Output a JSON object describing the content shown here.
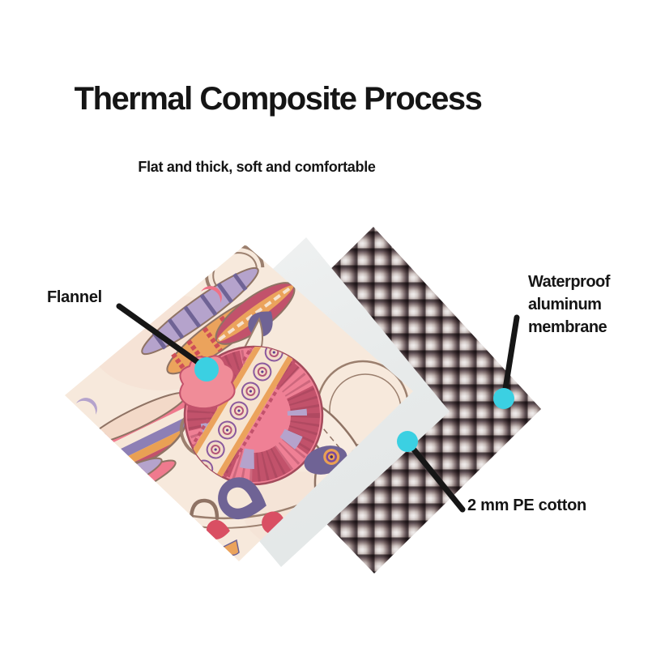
{
  "title": {
    "text": "Thermal Composite Process"
  },
  "subtitle": {
    "text": "Flat and thick, soft and comfortable"
  },
  "callouts": [
    {
      "id": "flannel",
      "label": "Flannel"
    },
    {
      "id": "aluminum",
      "label": "Waterproof aluminum membrane"
    },
    {
      "id": "pe_cotton",
      "label": "2 mm PE cotton"
    }
  ],
  "colors": {
    "callout_dot": "#3bd0e2",
    "leader_line": "#161616",
    "text": "#151515"
  }
}
